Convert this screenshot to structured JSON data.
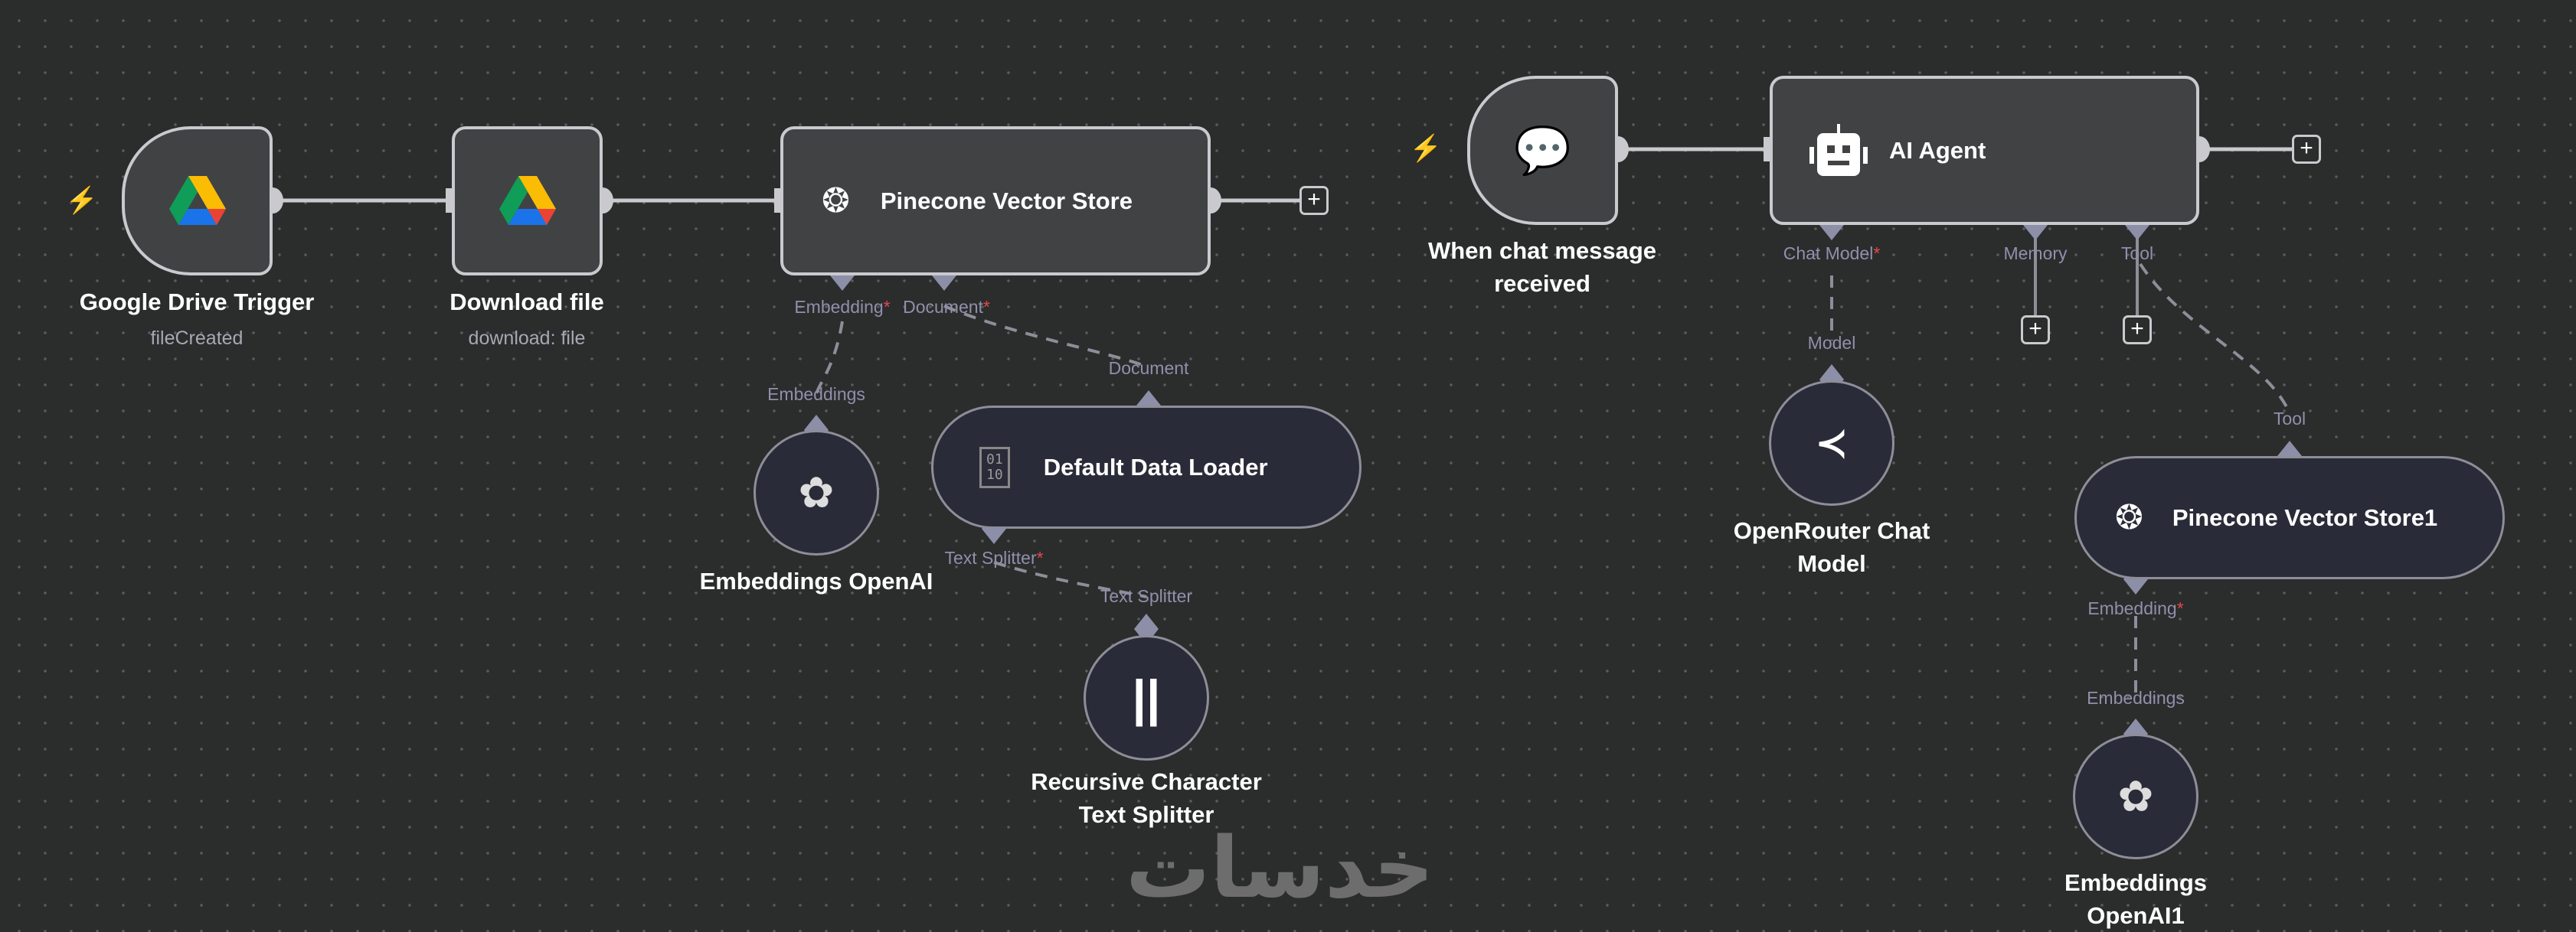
{
  "nodes": {
    "gdrive_trigger": {
      "name": "Google Drive Trigger",
      "subtitle": "fileCreated"
    },
    "download_file": {
      "name": "Download file",
      "subtitle": "download: file"
    },
    "pinecone": {
      "name": "Pinecone Vector Store",
      "ports": {
        "embedding": "Embedding",
        "document": "Document"
      }
    },
    "embeddings_openai": {
      "name": "Embeddings OpenAI",
      "port": "Embeddings"
    },
    "data_loader": {
      "name": "Default Data Loader",
      "port_in": "Document",
      "port_out": "Text Splitter"
    },
    "text_splitter": {
      "name_line1": "Recursive Character",
      "name_line2": "Text Splitter",
      "port": "Text Splitter"
    },
    "chat_trigger": {
      "name_line1": "When chat message",
      "name_line2": "received"
    },
    "ai_agent": {
      "name": "AI Agent",
      "ports": {
        "chat_model": "Chat Model",
        "memory": "Memory",
        "tool": "Tool"
      }
    },
    "openrouter": {
      "name_line1": "OpenRouter Chat",
      "name_line2": "Model",
      "port": "Model"
    },
    "pinecone1": {
      "name": "Pinecone Vector Store1",
      "port_in": "Tool",
      "port_out": "Embedding"
    },
    "embeddings_openai1": {
      "name_line1": "Embeddings",
      "name_line2": "OpenAI1",
      "port": "Embeddings"
    }
  },
  "required_mark": "*",
  "plus": "+",
  "watermark": "خدسات"
}
